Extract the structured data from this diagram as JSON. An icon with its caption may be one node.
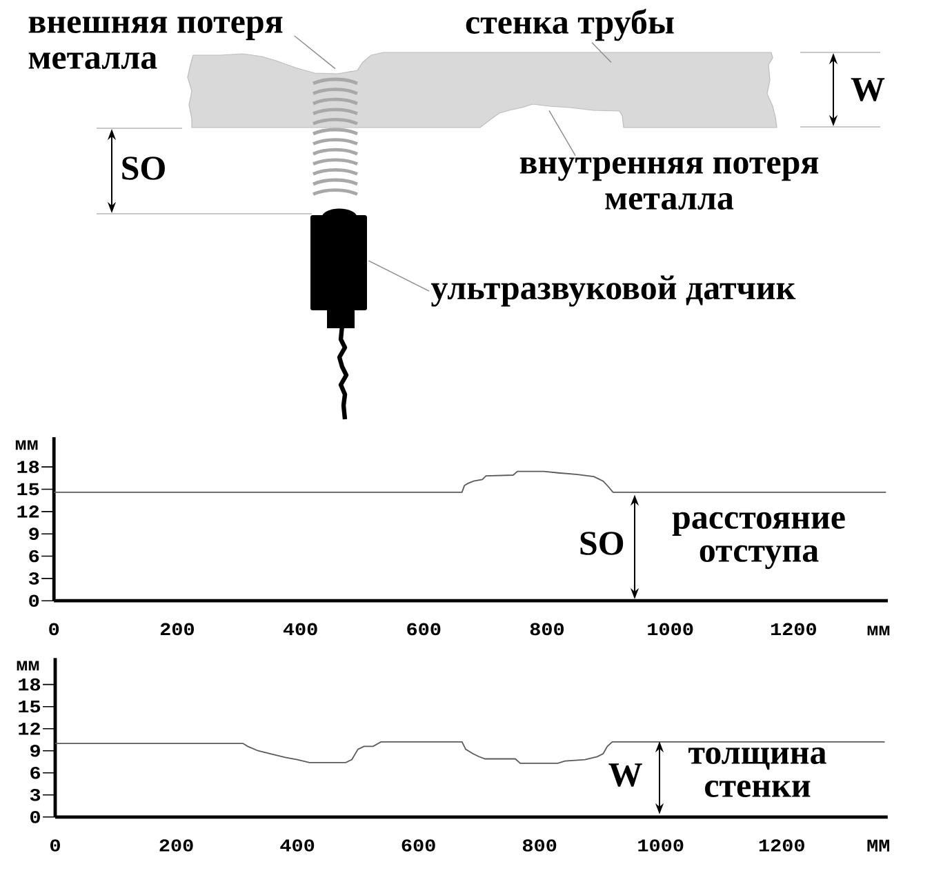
{
  "diagram": {
    "nodes": [
      {
        "text": [
          "внешняя потеря металла"
        ]
      },
      {
        "text": [
          "стенка трубы"
        ]
      },
      {
        "text": [],
        "shape": "bar"
      },
      {
        "text": [
          "внутренняя потеря металла"
        ]
      },
      {
        "text": [],
        "shape": "picture"
      },
      {
        "text": [
          "ультразвуковой датчик"
        ]
      }
    ],
    "edges": [
      {
        "from": 0,
        "to": 2,
        "arrow": "none"
      },
      {
        "from": 1,
        "to": 2,
        "arrow": "none"
      },
      {
        "from": 3,
        "to": 2,
        "arrow": "none"
      },
      {
        "from": 5,
        "to": 4,
        "arrow": "none"
      }
    ],
    "labels": [
      "W",
      "SO"
    ],
    "chart_data": [
      {
        "type": "line",
        "xlabel": "мм",
        "ylabel": "мм",
        "x": [
          0,
          662,
          666,
          672,
          681,
          695,
          701,
          745,
          752,
          795,
          818,
          847,
          876,
          891,
          900,
          907,
          1350
        ],
        "series": [
          {
            "color": "#5a5a5a",
            "values": [
              14.6,
              14.6,
              15.5,
              15.8,
              16.1,
              16.3,
              16.8,
              16.9,
              17.4,
              17.4,
              17.2,
              17.0,
              16.7,
              16.1,
              15.3,
              14.6,
              14.6
            ]
          }
        ],
        "xlim": [
          0,
          1353
        ],
        "ylim": [
          0,
          22
        ],
        "xticks": [
          0,
          200,
          400,
          600,
          800,
          1000,
          1200
        ],
        "yticks": [
          0,
          3,
          6,
          9,
          12,
          15,
          18
        ],
        "annotations": [
          {
            "text": "SO"
          },
          {
            "text": "расстояние отступа"
          }
        ]
      },
      {
        "type": "line",
        "xlabel": "ММ",
        "ylabel": "мм",
        "x": [
          0,
          310,
          318,
          335,
          360,
          380,
          400,
          420,
          480,
          490,
          500,
          510,
          525,
          538,
          672,
          678,
          690,
          700,
          710,
          760,
          768,
          830,
          842,
          875,
          895,
          905,
          912,
          920,
          1370
        ],
        "series": [
          {
            "color": "#5a5a5a",
            "values": [
              10.0,
              10.0,
              9.6,
              9.0,
              8.5,
              8.1,
              7.8,
              7.4,
              7.4,
              7.8,
              9.2,
              9.6,
              9.6,
              10.2,
              10.2,
              9.2,
              8.6,
              8.2,
              7.9,
              7.9,
              7.3,
              7.3,
              7.6,
              7.8,
              8.2,
              8.6,
              9.6,
              10.2,
              10.2
            ]
          }
        ],
        "xlim": [
          0,
          1375
        ],
        "ylim": [
          0,
          21.6
        ],
        "xticks": [
          0,
          200,
          400,
          600,
          800,
          1000,
          1200
        ],
        "yticks": [
          0,
          3,
          6,
          9,
          12,
          15,
          18
        ],
        "annotations": [
          {
            "text": "W"
          },
          {
            "text": "толщина стенки"
          }
        ]
      }
    ]
  }
}
